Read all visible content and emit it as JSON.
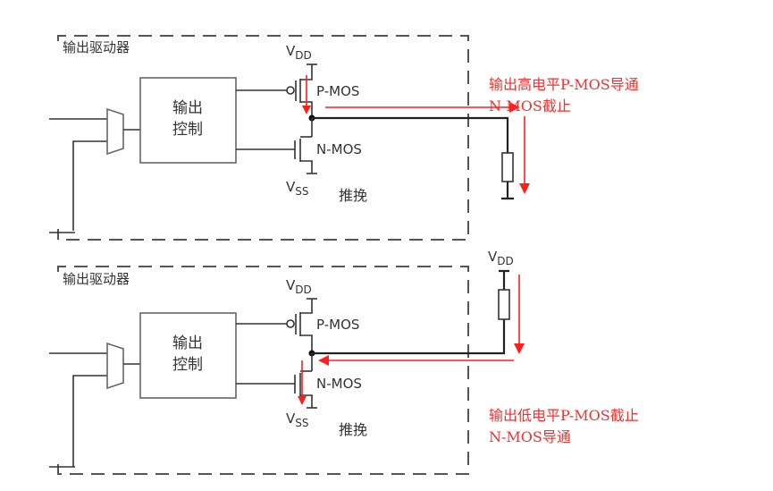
{
  "diagrams": [
    {
      "id": "top",
      "mode": "output-high",
      "frame_label": "输出驱动器",
      "control_block": [
        "输出",
        "控制"
      ],
      "vdd_label": {
        "main": "V",
        "sub": "DD"
      },
      "vss_label": {
        "main": "V",
        "sub": "SS"
      },
      "pmos_label": "P-MOS",
      "nmos_label": "N-MOS",
      "pushpull_label": "推挽",
      "annotation": [
        "输出高电平P-MOS导通",
        "N-MOS截止"
      ]
    },
    {
      "id": "bottom",
      "mode": "output-low",
      "frame_label": "输出驱动器",
      "control_block": [
        "输出",
        "控制"
      ],
      "vdd_label": {
        "main": "V",
        "sub": "DD"
      },
      "vss_label": {
        "main": "V",
        "sub": "SS"
      },
      "ext_vdd_label": {
        "main": "V",
        "sub": "DD"
      },
      "pmos_label": "P-MOS",
      "nmos_label": "N-MOS",
      "pushpull_label": "推挽",
      "annotation": [
        "输出低电平P-MOS截止",
        "N-MOS导通"
      ]
    }
  ],
  "colors": {
    "current_arrow": "#ff1e1e",
    "wire": "#333333",
    "annotation_text": "#ff2a2a"
  }
}
